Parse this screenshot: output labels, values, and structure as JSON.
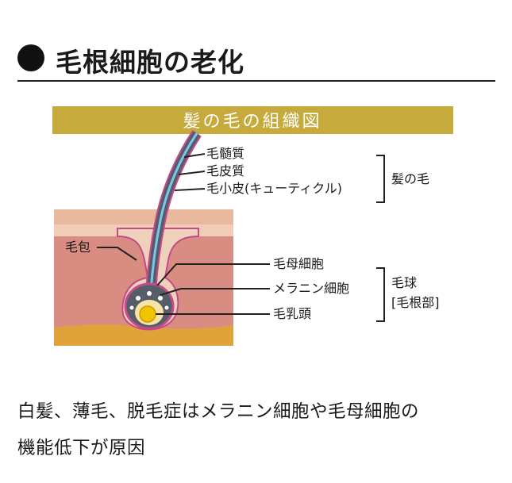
{
  "heading": {
    "title": "毛根細胞の老化"
  },
  "diagram": {
    "banner": "髪の毛の組織図",
    "hair_labels": [
      "毛髄質",
      "毛皮質",
      "毛小皮(キューティクル)"
    ],
    "hair_group": "髪の毛",
    "follicle_label": "毛包",
    "bulb_labels": [
      "毛母細胞",
      "メラニン細胞",
      "毛乳頭"
    ],
    "bulb_group": "毛球",
    "bulb_group_sub": "[毛根部]",
    "colors": {
      "banner": "#c7aa3c",
      "skin_upper": "#e8b99d",
      "skin_lower": "#d98d82",
      "fat": "#e2a23a",
      "hair_sheath": "#c44a8a",
      "hair_core": "#7ec4ec",
      "papilla": "#f1c400"
    }
  },
  "caption": {
    "line1": "白髪、薄毛、脱毛症はメラニン細胞や毛母細胞の",
    "line2": "機能低下が原因"
  }
}
